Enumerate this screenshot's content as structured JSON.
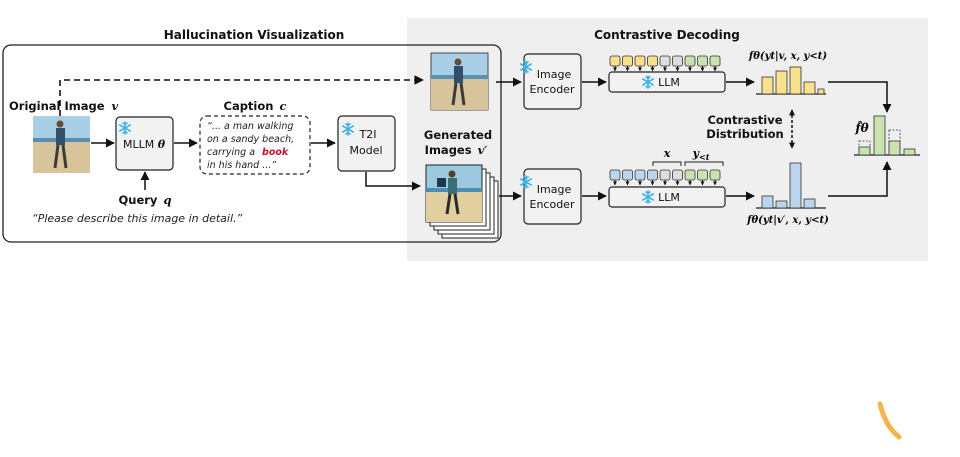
{
  "left_panel": {
    "title": "Hallucination Visualization",
    "original_image_label": "Original Image",
    "original_image_symbol": "v",
    "mllm_label": "MLLM",
    "mllm_symbol": "θ",
    "query_label": "Query",
    "query_symbol": "q",
    "query_text": "“Please describe this image in detail.”",
    "caption_label": "Caption",
    "caption_symbol": "c",
    "caption_line1": "“... a man walking",
    "caption_line2": "on a sandy beach,",
    "caption_line3a": "carrying a",
    "caption_highlight": "book",
    "caption_line4": "in his hand ...”",
    "t2i_line1": "T2I",
    "t2i_line2": "Model",
    "generated_label_line1": "Generated",
    "generated_label_line2": "Images",
    "generated_symbol": "v′"
  },
  "right_panel": {
    "title": "Contrastive Decoding",
    "encoder_line1": "Image",
    "encoder_line2": "Encoder",
    "llm_label": "LLM",
    "x_label": "x",
    "y_label": "y",
    "y_sub": "<t",
    "contrastive_line1": "Contrastive",
    "contrastive_line2": "Distribution",
    "top_dist_label": "fθ(yt|v, x, y<t)",
    "bottom_dist_label": "fθ(yt|v′, x, y<t)",
    "final_label": "f̂θ"
  },
  "colors": {
    "panel_bg": "#efefef",
    "box_fill": "#f2f2f2",
    "yellow_token": "#f9e08f",
    "blue_token": "#bcd4ee",
    "green_token": "#c8e3b0",
    "snowflake": "#3fb3e6",
    "highlight": "#c8102e"
  },
  "icons": [
    "snowflake-icon",
    "photo-original",
    "photo-generated-stack",
    "orange-arc-mark"
  ]
}
